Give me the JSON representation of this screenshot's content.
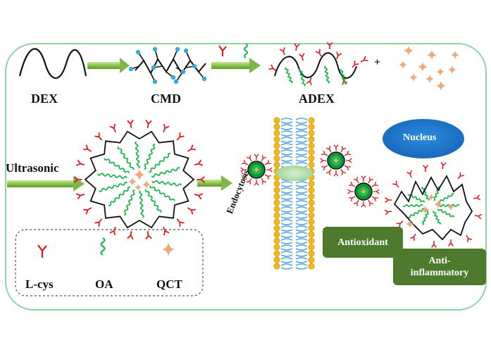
{
  "synthesis": {
    "dex_label": "DEX",
    "cmd_label": "CMD",
    "adex_label": "ADEX",
    "plus": "+"
  },
  "assembly": {
    "ultrasonic_label": "Ultrasonic"
  },
  "cell": {
    "endocytosis_label": "Endocytosis",
    "nucleus_label": "Nucleus",
    "antioxidant_label": "Antioxidant",
    "anti_inflammatory_label_line1": "Anti-",
    "anti_inflammatory_label_line2": "inflammatory"
  },
  "legend": {
    "items": [
      {
        "label": "L-cys",
        "icon": "l-cys-icon"
      },
      {
        "label": "OA",
        "icon": "oa-icon"
      },
      {
        "label": "QCT",
        "icon": "qct-icon"
      }
    ]
  },
  "colors": {
    "frame": "#8fd3a5",
    "arrow": "#8bc34a",
    "lcys": "#e0161b",
    "oa": "#1db54c",
    "qct": "#f0a878",
    "carboxyl": "#3aa8d8",
    "nucleus": "#1f77d0",
    "pill": "#4e7a2e",
    "membrane_head": "#f2b718",
    "membrane_tail": "#5aa6df",
    "channel": "#b6dcae"
  }
}
